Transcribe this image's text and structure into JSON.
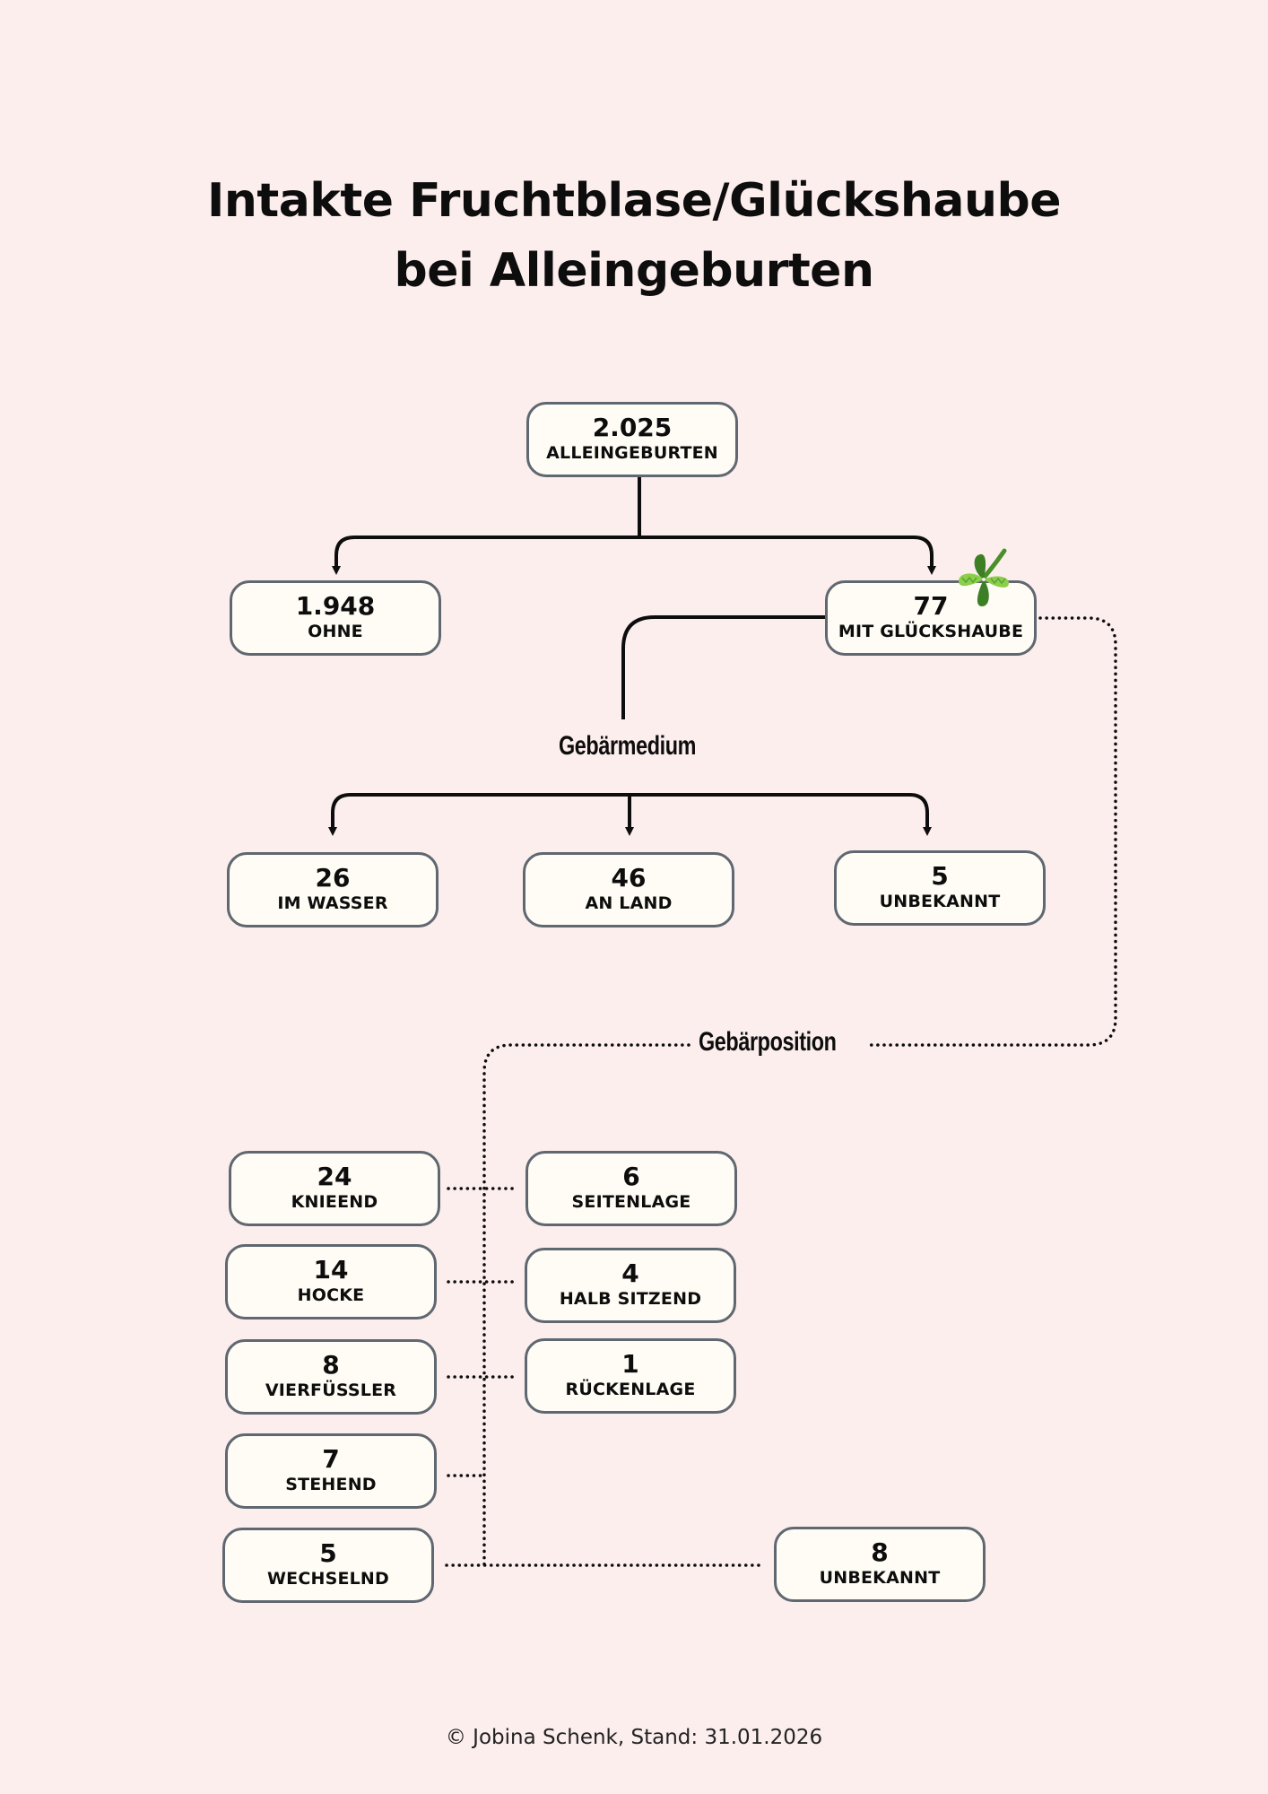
{
  "title": {
    "line1": "Intakte Fruchtblase/Glückshaube",
    "line2": "bei Alleingeburten"
  },
  "root": {
    "value": "2.025",
    "label": "ALLEINGEBURTEN"
  },
  "level1": {
    "ohne": {
      "value": "1.948",
      "label": "OHNE"
    },
    "mit": {
      "value": "77",
      "label": "MIT GLÜCKSHAUBE",
      "icon": "four-leaf-clover-icon"
    }
  },
  "medium": {
    "heading": "Gebärmedium",
    "items": [
      {
        "value": "26",
        "label": "IM WASSER"
      },
      {
        "value": "46",
        "label": "AN LAND"
      },
      {
        "value": "5",
        "label": "UNBEKANNT"
      }
    ]
  },
  "position": {
    "heading": "Gebärposition",
    "left": [
      {
        "value": "24",
        "label": "KNIEEND"
      },
      {
        "value": "14",
        "label": "HOCKE"
      },
      {
        "value": "8",
        "label": "VIERFÜSSLER"
      },
      {
        "value": "7",
        "label": "STEHEND"
      },
      {
        "value": "5",
        "label": "WECHSELND"
      }
    ],
    "right": [
      {
        "value": "6",
        "label": "SEITENLAGE"
      },
      {
        "value": "4",
        "label": "HALB SITZEND"
      },
      {
        "value": "1",
        "label": "RÜCKENLAGE"
      }
    ],
    "unknown": {
      "value": "8",
      "label": "UNBEKANNT"
    }
  },
  "footer": "© Jobina Schenk, Stand: 31.01.2026",
  "colors": {
    "background": "#fdeeee",
    "box_fill": "#fffcf5",
    "box_border": "#5f6770",
    "line": "#0d0d0d",
    "clover": "#3f8f2a"
  }
}
